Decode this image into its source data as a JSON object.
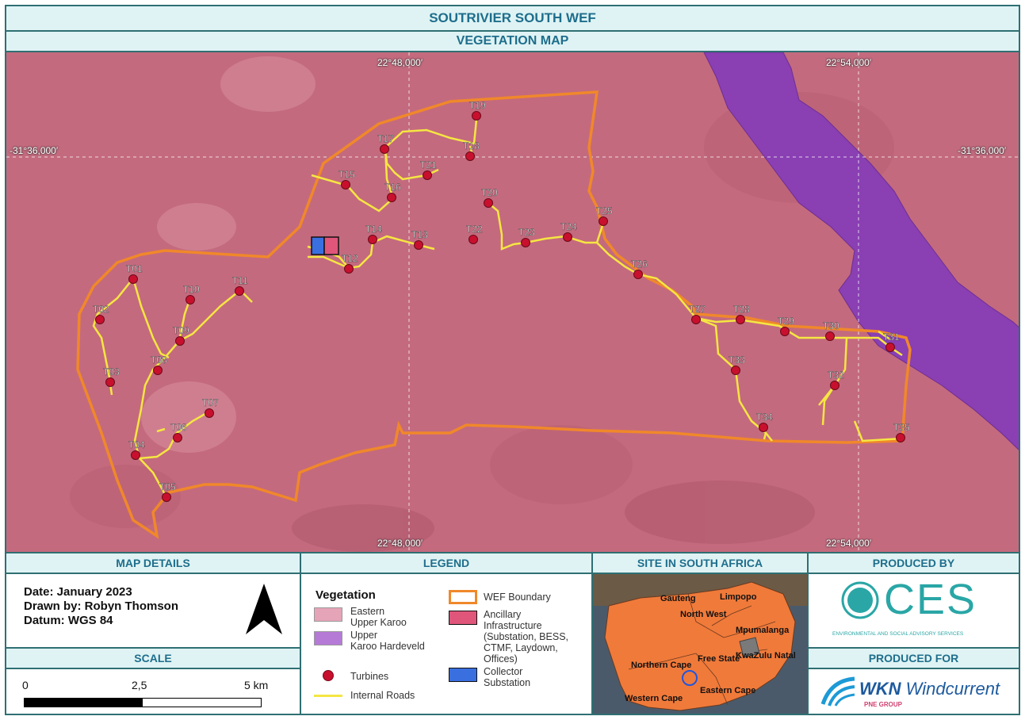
{
  "header": {
    "title": "SOUTRIVIER SOUTH WEF",
    "subtitle": "VEGETATION MAP"
  },
  "map": {
    "grid_labels": {
      "top_left_lon": "22°48,000′",
      "top_right_lon": "22°54,000′",
      "bottom_left_lon": "22°48,000′",
      "bottom_right_lon": "22°54,000′",
      "left_lat": "-31°36,000′",
      "right_lat": "-31°36,000′"
    },
    "turbines": [
      "T01",
      "T02",
      "T03",
      "T04",
      "T05",
      "T06",
      "T07",
      "T08",
      "T09",
      "T10",
      "T11",
      "T12",
      "T13",
      "T14",
      "T15",
      "T16",
      "T17",
      "T18",
      "T19",
      "T20",
      "T21",
      "T22",
      "T23",
      "T24",
      "T25",
      "T26",
      "T27",
      "T28",
      "T29",
      "T30",
      "T31",
      "T32",
      "T33",
      "T34",
      "T35"
    ],
    "colors": {
      "eastern_upper_karoo": "#c46a7e",
      "upper_karoo_hardeveld": "#8a3fb3",
      "boundary": "#f0882a",
      "roads": "#f5e642",
      "turbine": "#c8102e",
      "ancillary": "#e0557a",
      "collector": "#3a6fe0"
    }
  },
  "map_details": {
    "title": "MAP DETAILS",
    "date": "Date: January 2023",
    "drawn_by": "Drawn by: Robyn Thomson",
    "datum": "Datum: WGS 84"
  },
  "scale": {
    "title": "SCALE",
    "labels": [
      "0",
      "2,5",
      "5 km"
    ]
  },
  "legend": {
    "title": "LEGEND",
    "heading": "Vegetation",
    "eastern_upper_karoo": [
      "Eastern",
      "Upper Karoo"
    ],
    "upper_karoo_hardeveld": [
      "Upper",
      "Karoo Hardeveld"
    ],
    "turbines": "Turbines",
    "internal_roads": "Internal Roads",
    "wef_boundary": "WEF Boundary",
    "ancillary": [
      "Ancillary",
      "Infrastructure",
      "(Substation, BESS,",
      "CTMF, Laydown,",
      "Offices)"
    ],
    "collector": [
      "Collector",
      "Substation"
    ]
  },
  "site": {
    "title": "SITE IN SOUTH AFRICA",
    "provinces": [
      "Gauteng",
      "Limpopo",
      "North West",
      "Mpumalanga",
      "Northern Cape",
      "Free State",
      "KwaZulu Natal",
      "Western Cape",
      "Eastern Cape"
    ]
  },
  "produced_by": {
    "title": "PRODUCED BY",
    "logo_text": "CES",
    "logo_tagline": "ENVIRONMENTAL AND SOCIAL ADVISORY SERVICES"
  },
  "produced_for": {
    "title": "PRODUCED FOR",
    "logo_text_bold": "WKN",
    "logo_text": "Windcurrent",
    "logo_tagline": "PNE GROUP"
  }
}
